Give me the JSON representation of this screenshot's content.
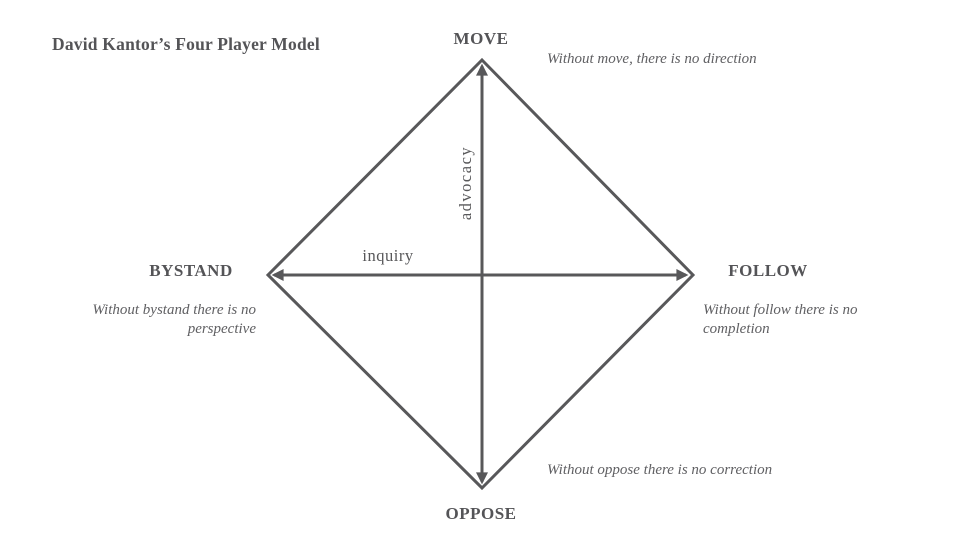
{
  "title": "David Kantor’s Four Player Model",
  "colors": {
    "line": "#58585a",
    "heading": "#545457",
    "note": "#606063"
  },
  "vertices": {
    "top": "MOVE",
    "right": "FOLLOW",
    "bottom": "OPPOSE",
    "left": "BYSTAND"
  },
  "axes": {
    "vertical": "advocacy",
    "horizontal": "inquiry"
  },
  "notes": {
    "move": [
      "Without move, there is no direction"
    ],
    "follow": [
      "Without follow there is no",
      "completion"
    ],
    "oppose": [
      "Without oppose there is no correction"
    ],
    "bystand": [
      "Without bystand there is no",
      "perspective"
    ]
  }
}
